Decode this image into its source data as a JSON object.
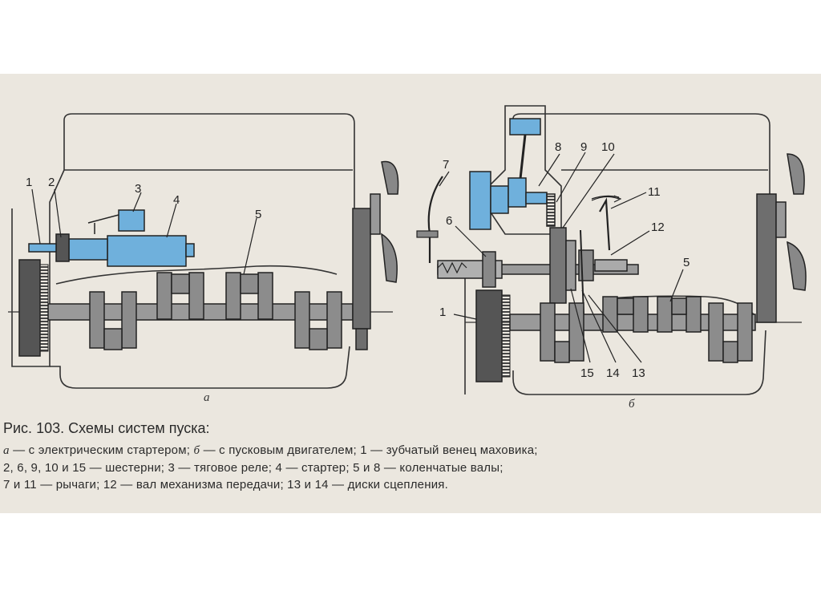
{
  "figure": {
    "panel_a_label": "а",
    "panel_b_label": "б",
    "panel_a_callouts": [
      "1",
      "2",
      "3",
      "4",
      "5"
    ],
    "panel_b_callouts": [
      "7",
      "8",
      "9",
      "10",
      "6",
      "11",
      "12",
      "5",
      "1",
      "15",
      "14",
      "13"
    ]
  },
  "caption": {
    "title": "Рис. 103. Схемы систем пуска:",
    "line1_a": "а",
    "line1_text1": " — с электрическим стартером; ",
    "line1_b": "б",
    "line1_text2": " — с пусковым двигателем; 1 — зубчатый венец маховика;",
    "line2": "2, 6, 9, 10 и 15 — шестерни; 3 — тяговое реле; 4 — стартер; 5 и 8 — коленчатые валы;",
    "line3": "7 и 11 — рычаги; 12 — вал механизма передачи; 13 и 14 — диски сцепления."
  },
  "colors": {
    "background": "#ebe7df",
    "ink": "#2b2b2b",
    "highlight": "#6fb0dc"
  }
}
